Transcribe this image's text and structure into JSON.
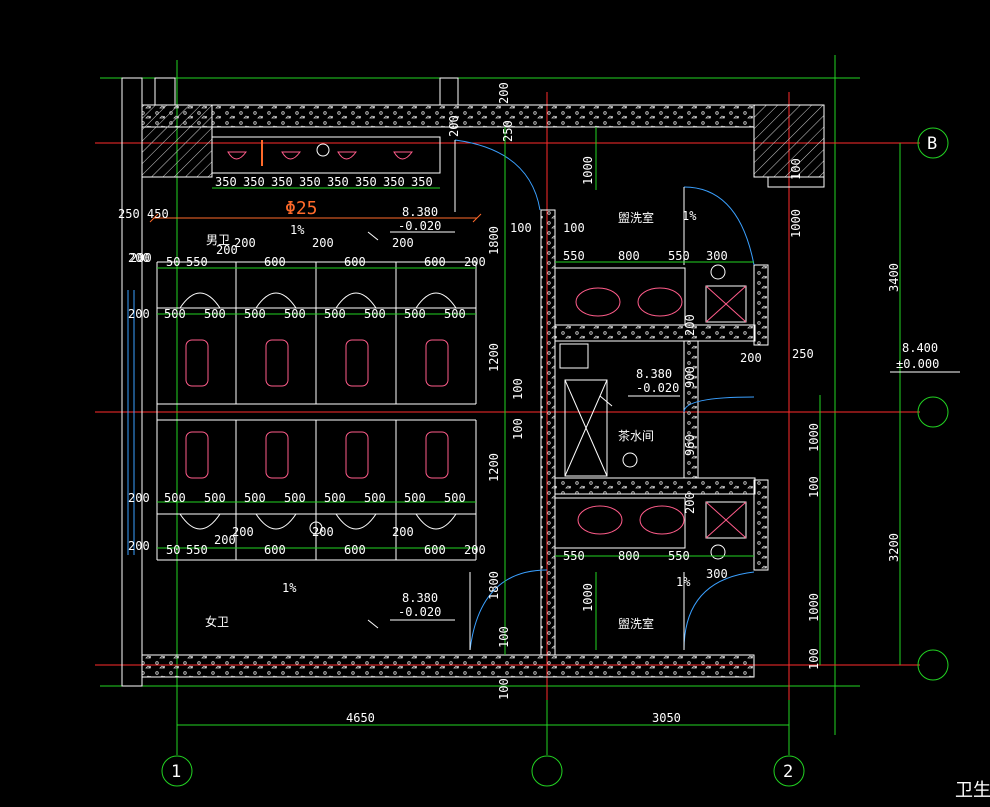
{
  "grid": {
    "col_1": "1",
    "col_2": "2",
    "row_b": "B"
  },
  "rooms": {
    "mens": "男卫",
    "womens": "女卫",
    "wash_top": "盥洗室",
    "wash_bottom": "盥洗室",
    "tea_room": "茶水间",
    "corner_label": "卫生"
  },
  "levels": {
    "mens_level": "8.380",
    "mens_offset": "-0.020",
    "tea_level": "8.380",
    "tea_offset": "-0.020",
    "womens_level": "8.380",
    "womens_offset": "-0.020",
    "floor_level": "8.400",
    "floor_offset": "±0.000"
  },
  "annotations": {
    "slope_mens": "1%",
    "slope_wash_top": "1%",
    "slope_wash_bottom": "1%",
    "slope_womens": "1%",
    "drain_size": "Φ25"
  },
  "dims": {
    "urinal_spacing": [
      "350",
      "350",
      "350",
      "350",
      "350",
      "350",
      "350",
      "350"
    ],
    "total_w_left": "4650",
    "total_w_right": "3050",
    "total_h_top": "3400",
    "total_h_bottom": "3200",
    "top_250": "250",
    "top_450": "450",
    "d200": "200",
    "d100": "100",
    "d250": "250",
    "d300": "300",
    "d500": "500",
    "d550": "550",
    "d600": "600",
    "d800": "800",
    "d900": "900",
    "d960": "960",
    "d1000": "1000",
    "d1200": "1200",
    "d1800": "1800",
    "d50": "50"
  }
}
